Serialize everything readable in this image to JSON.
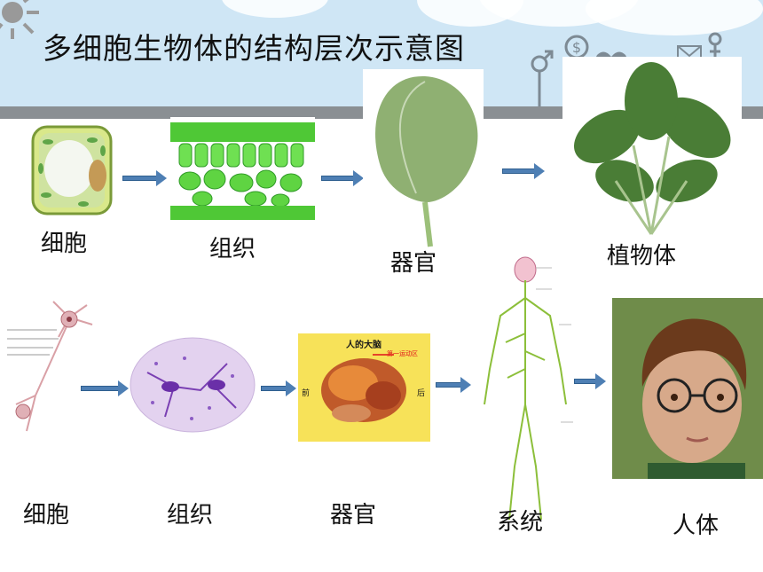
{
  "title": "多细胞生物体的结构层次示意图",
  "plant_row": {
    "cell_label": "细胞",
    "tissue_label": "组织",
    "organ_label": "器官",
    "organism_label": "植物体"
  },
  "human_row": {
    "cell_label": "细胞",
    "tissue_label": "组织",
    "organ_label": "器官",
    "system_label": "系统",
    "organism_label": "人体",
    "brain_title": "人的大脑",
    "brain_area": "第一运动区",
    "brain_front": "前",
    "brain_back": "后"
  },
  "colors": {
    "arrow": "#4e7fb4",
    "sky": "#cfe6f5",
    "band": "#8a8f93"
  },
  "icons": [
    "sun-icon",
    "male-symbol-icon",
    "dollar-icon",
    "heart-icon",
    "envelope-icon",
    "female-symbol-icon"
  ]
}
